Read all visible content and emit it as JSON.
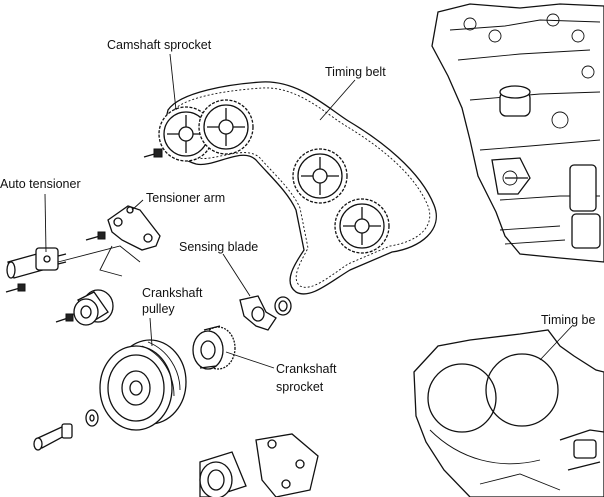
{
  "labels": {
    "camshaft_sprocket": "Camshaft sprocket",
    "timing_belt": "Timing belt",
    "auto_tensioner": "Auto tensioner",
    "tensioner_arm": "Tensioner arm",
    "sensing_blade": "Sensing blade",
    "crankshaft_pulley_line1": "Crankshaft",
    "crankshaft_pulley_line2": "pulley",
    "crankshaft_sprocket_line1": "Crankshaft",
    "crankshaft_sprocket_line2": "sprocket",
    "timing_belt_cover_partial": "Timing be"
  }
}
